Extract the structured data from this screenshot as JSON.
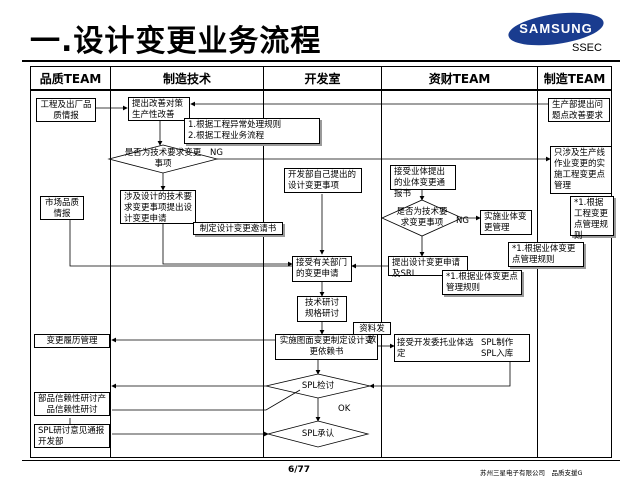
{
  "title": "一.设计变更业务流程",
  "logo": {
    "brand": "SAMSUNG",
    "sub": "SSEC"
  },
  "lanes": [
    "品质TEAM",
    "制造技术",
    "开发室",
    "资财TEAM",
    "制造TEAM"
  ],
  "nodes": {
    "quality_info": "工程及出厂品质情报",
    "propose_change": "提出改善对策生产性改善",
    "rules": "1.根据工程异常处理规则\n2.根据工程业务流程",
    "is_tech_change": "是否为技术要求变更事项",
    "ng1": "NG",
    "market_quality": "市场品质情报",
    "design_related": "涉及设计的技术要求变更事项提出设计变更申请",
    "design_form": "制定设计变更邀请书",
    "dev_propose": "开发部自己提出的设计变更事项",
    "accept_request": "接受有关部门的变更申请",
    "review": "技术研讨规格研讨",
    "implement": "实施图面变更制定设计变更依赖书",
    "data_issue": "资料发放",
    "change_history": "变更履历管理",
    "spl_review": "SPL检讨",
    "ok": "OK",
    "reliability": "部品信赖性研讨产品信赖性研讨",
    "spl_notice": "SPL研讨意见通报开发部",
    "spl_approve": "SPL承认",
    "supplier_change": "接受业体提出的业体变更通报书",
    "is_tech_change2": "是否为技术要求变更事项",
    "ng2": "NG",
    "impl_supplier": "实施业体变更管理",
    "supplier_rule": "*1.根据业体变更点管理规则",
    "submit_design": "提出设计变更申请及SRL",
    "supplier_rule2": "*1.根据业体变更点管理规则",
    "outsource": "接受开发委托业体选定",
    "spl_make": "SPL制作SPL入库",
    "prod_issue": "生产部提出问题点改善要求",
    "prod_change": "只涉及生产线作业变更的实施工程变更点管理",
    "prod_rule": "*1.根据工程变更点管理规则"
  },
  "footer": {
    "page": "6/77",
    "note": "苏州三星电子有限公司　品质支援G"
  }
}
